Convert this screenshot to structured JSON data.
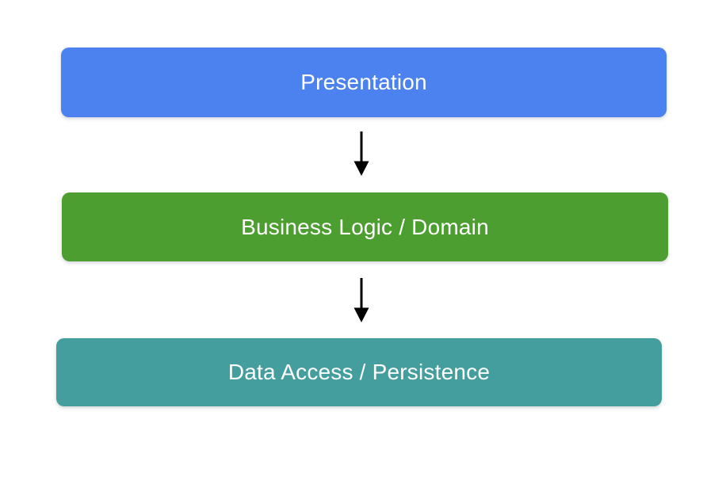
{
  "diagram": {
    "background_color": "#ffffff",
    "text_color": "#ffffff",
    "arrow_color": "#000000",
    "layers": [
      {
        "label": "Presentation",
        "fill_color": "#4b82f0"
      },
      {
        "label": "Business Logic / Domain",
        "fill_color": "#4d9e30"
      },
      {
        "label": "Data Access / Persistence",
        "fill_color": "#449e9e"
      }
    ]
  }
}
